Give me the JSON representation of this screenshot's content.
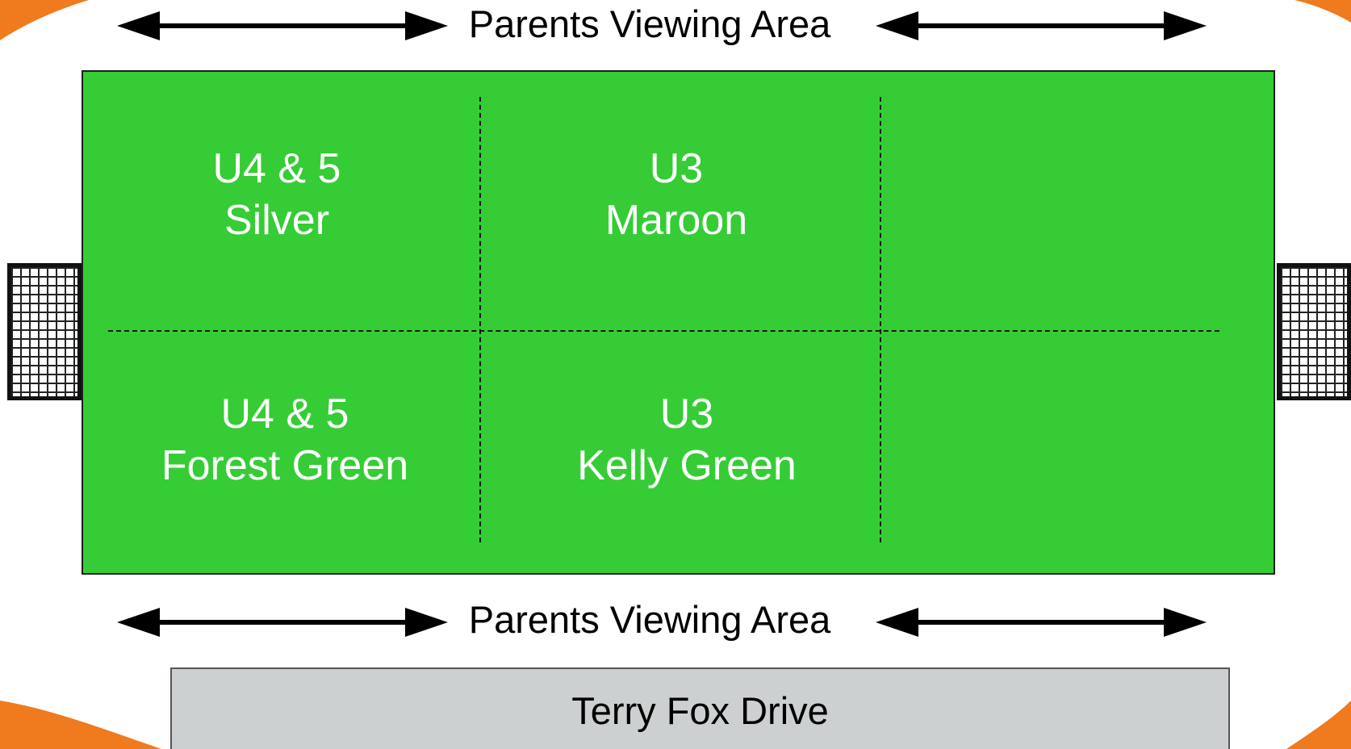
{
  "top_area": {
    "label": "Parents Viewing Area"
  },
  "bottom_area": {
    "label": "Parents Viewing Area"
  },
  "field": {
    "color": "#36cc36",
    "zones": [
      {
        "line1": "U4 & 5",
        "line2": "Silver"
      },
      {
        "line1": "U3",
        "line2": "Maroon"
      },
      {
        "line1": "U4 & 5",
        "line2": "Forest Green"
      },
      {
        "line1": "U3",
        "line2": "Kelly Green"
      }
    ]
  },
  "road": {
    "label": "Terry Fox Drive",
    "color": "#ccd0d0"
  },
  "accent_color": "#f07a1e"
}
